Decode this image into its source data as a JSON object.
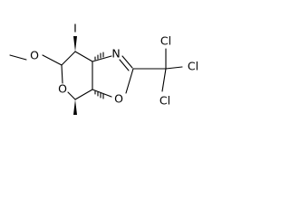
{
  "atoms": {
    "iodine": "I",
    "ring_oxygen": "O",
    "methoxy_oxygen": "O",
    "oxazole_nitrogen": "N",
    "oxazole_oxygen": "O",
    "chlorine_top": "Cl",
    "chlorine_right": "Cl",
    "chlorine_bottom": "Cl"
  }
}
